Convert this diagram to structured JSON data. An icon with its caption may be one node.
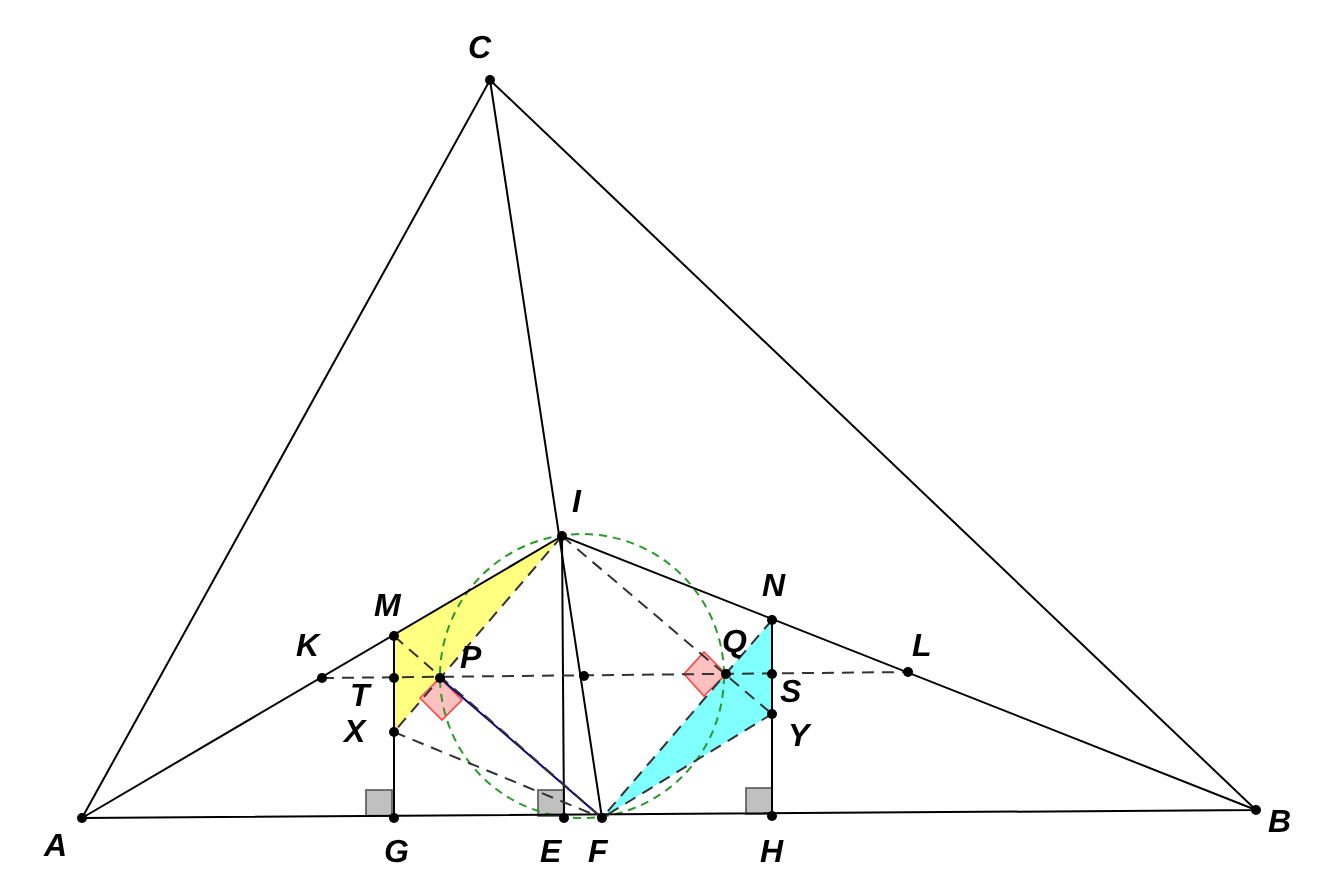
{
  "diagram": {
    "labels": [
      "C",
      "I",
      "N",
      "M",
      "K",
      "P",
      "Q",
      "L",
      "T",
      "S",
      "X",
      "Y",
      "A",
      "B",
      "G",
      "E",
      "F",
      "H"
    ]
  }
}
